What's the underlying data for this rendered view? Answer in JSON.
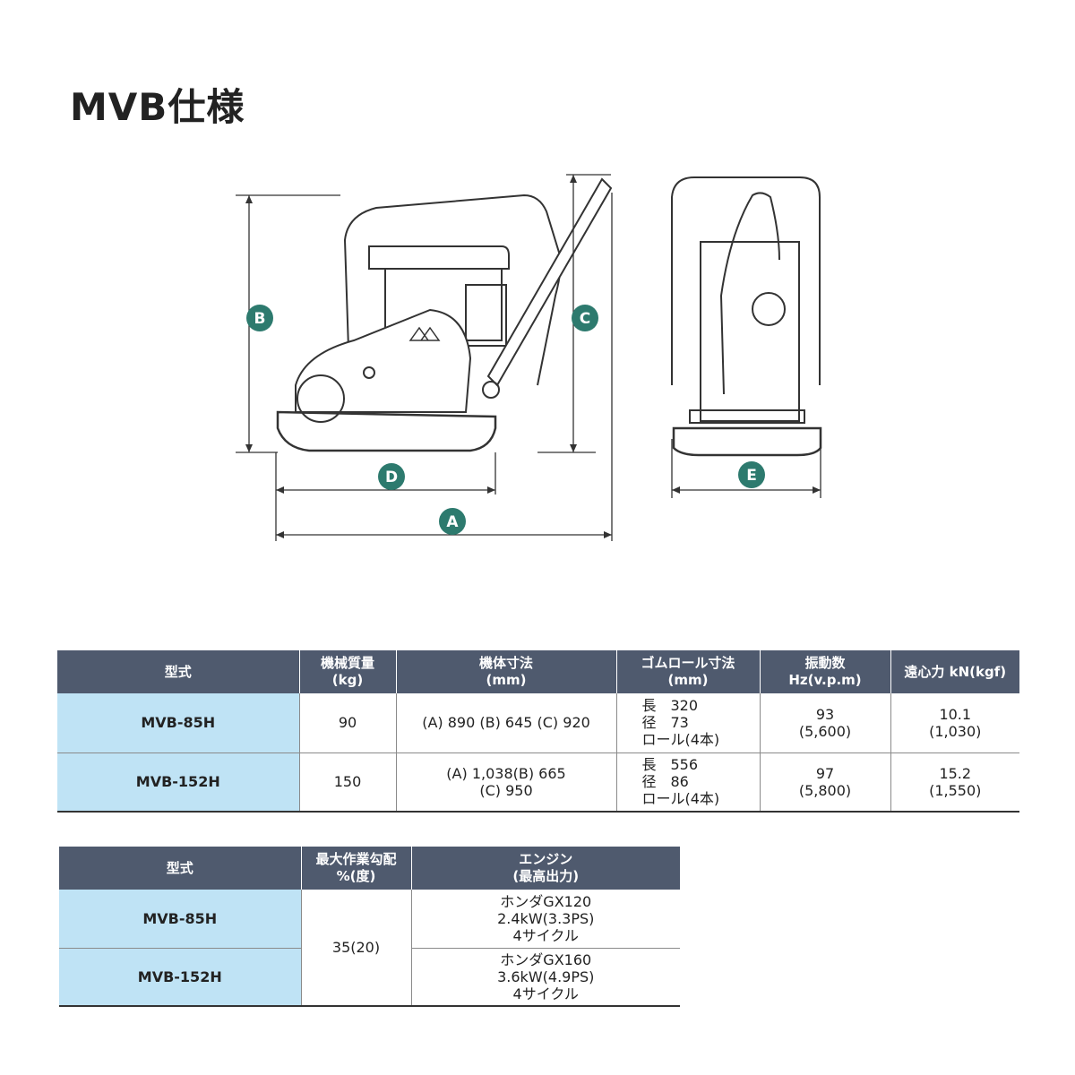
{
  "title": "MVB仕様",
  "diagram": {
    "labels": [
      "A",
      "B",
      "C",
      "D",
      "E"
    ],
    "accent": "#2d7a6e"
  },
  "table1": {
    "headers": {
      "model": "型式",
      "mass_1": "機械質量",
      "mass_2": "(kg)",
      "dims_1": "機体寸法",
      "dims_2": "(mm)",
      "roll_1": "ゴムロール寸法",
      "roll_2": "(mm)",
      "vib_1": "振動数",
      "vib_2": "Hz(v.p.m)",
      "force": "遠心力 kN(kgf)"
    },
    "rows": [
      {
        "model": "MVB-85H",
        "mass": "90",
        "dims_1": "(A) 890 (B) 645 (C) 920",
        "dims_2": "",
        "roll_1": "長　320",
        "roll_2": "径　73",
        "roll_3": "ロール(4本)",
        "vib_1": "93",
        "vib_2": "(5,600)",
        "force_1": "10.1",
        "force_2": "(1,030)"
      },
      {
        "model": "MVB-152H",
        "mass": "150",
        "dims_1": "(A) 1,038(B) 665",
        "dims_2": "(C) 950",
        "roll_1": "長　556",
        "roll_2": "径　86",
        "roll_3": "ロール(4本)",
        "vib_1": "97",
        "vib_2": "(5,800)",
        "force_1": "15.2",
        "force_2": "(1,550)"
      }
    ]
  },
  "table2": {
    "headers": {
      "model": "型式",
      "grade_1": "最大作業勾配",
      "grade_2": "%(度)",
      "engine_1": "エンジン",
      "engine_2": "(最高出力)"
    },
    "grade": "35(20)",
    "rows": [
      {
        "model": "MVB-85H",
        "engine_1": "ホンダGX120",
        "engine_2": "2.4kW(3.3PS)",
        "engine_3": "4サイクル"
      },
      {
        "model": "MVB-152H",
        "engine_1": "ホンダGX160",
        "engine_2": "3.6kW(4.9PS)",
        "engine_3": "4サイクル"
      }
    ]
  }
}
